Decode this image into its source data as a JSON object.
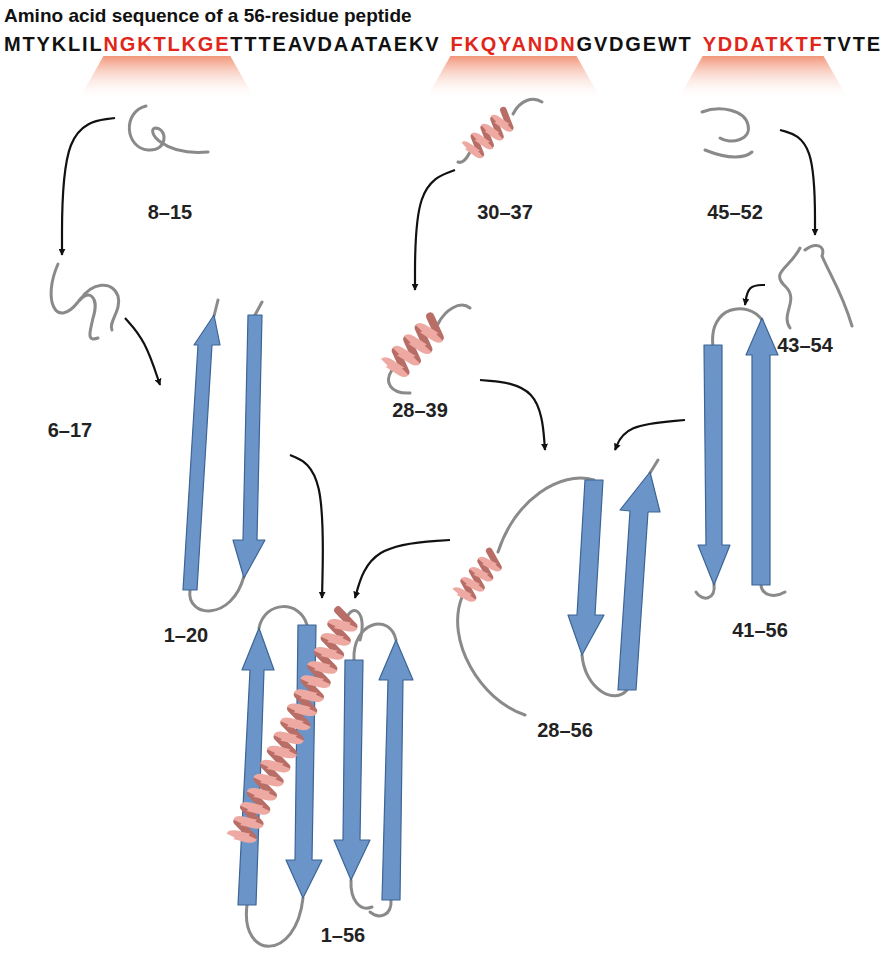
{
  "diagram": {
    "title": "Amino acid sequence of a 56-residue peptide",
    "nodes": [
      {
        "text": [
          "8–15"
        ]
      },
      {
        "text": [
          "30–37"
        ]
      },
      {
        "text": [
          "45–52"
        ]
      },
      {
        "text": [
          "6–17"
        ]
      },
      {
        "text": [
          "28–39"
        ]
      },
      {
        "text": [
          "43–54"
        ]
      },
      {
        "text": [
          "1–20"
        ]
      },
      {
        "text": [
          "41–56"
        ]
      },
      {
        "text": [
          "28–56"
        ]
      },
      {
        "text": [
          "1–56"
        ]
      }
    ],
    "edges": [
      {
        "from": 0,
        "to": 3,
        "arrow": "to"
      },
      {
        "from": 3,
        "to": 6,
        "arrow": "to"
      },
      {
        "from": 6,
        "to": 9,
        "arrow": "to"
      },
      {
        "from": 1,
        "to": 4,
        "arrow": "to"
      },
      {
        "from": 4,
        "to": 8,
        "arrow": "to"
      },
      {
        "from": 2,
        "to": 5,
        "arrow": "to"
      },
      {
        "from": 5,
        "to": 7,
        "arrow": "to"
      },
      {
        "from": 7,
        "to": 8,
        "arrow": "to"
      },
      {
        "from": 8,
        "to": 9,
        "arrow": "to"
      }
    ],
    "labels": [
      "MTYKLIL",
      "NGKTLKGE",
      "TTTEAVDAATAEKV",
      "FKQYANDN",
      "GVDGEWT",
      "YDDATKTF",
      "TVTE"
    ]
  }
}
